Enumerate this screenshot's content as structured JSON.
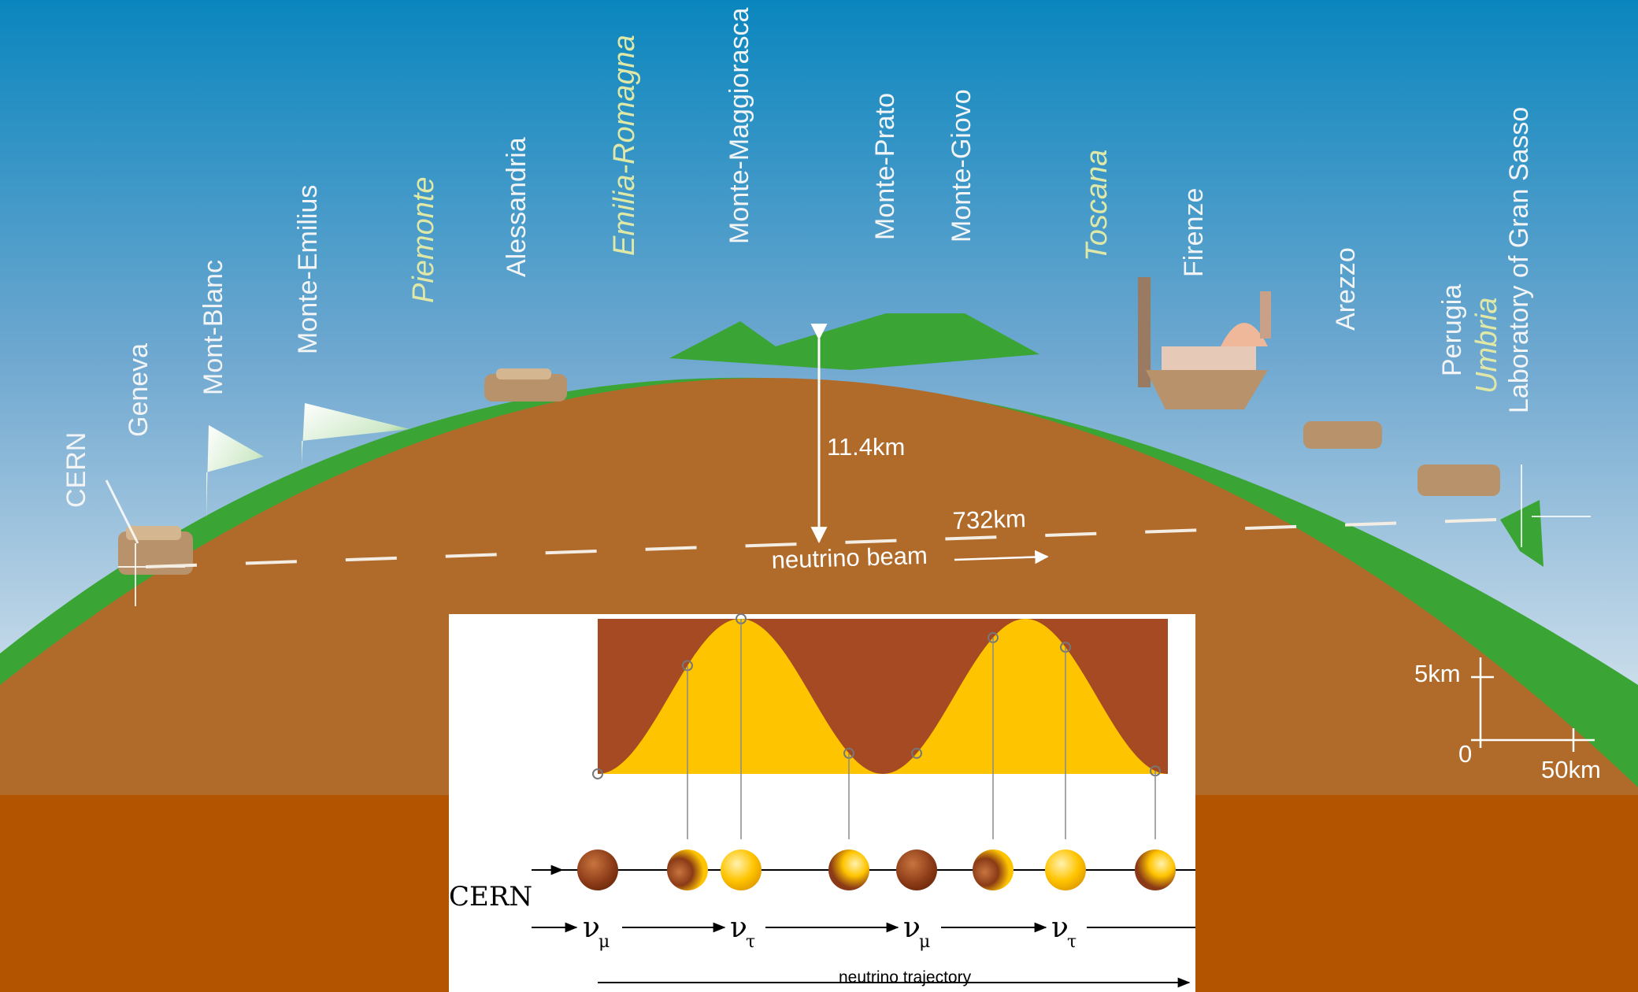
{
  "places": [
    {
      "id": "cern",
      "label": "CERN"
    },
    {
      "id": "geneva",
      "label": "Geneva"
    },
    {
      "id": "mont-blanc",
      "label": "Mont-Blanc"
    },
    {
      "id": "monte-emilius",
      "label": "Monte-Emilius"
    },
    {
      "id": "alessandria",
      "label": "Alessandria"
    },
    {
      "id": "monte-maggiorasca",
      "label": "Monte-Maggiorasca"
    },
    {
      "id": "monte-prato",
      "label": "Monte-Prato"
    },
    {
      "id": "monte-giovo",
      "label": "Monte-Giovo"
    },
    {
      "id": "firenze",
      "label": "Firenze"
    },
    {
      "id": "arezzo",
      "label": "Arezzo"
    },
    {
      "id": "perugia",
      "label": "Perugia"
    },
    {
      "id": "gran-sasso",
      "label": "Laboratory of Gran Sasso"
    }
  ],
  "regions": [
    "Piemonte",
    "Emilia-Romagna",
    "Toscana",
    "Umbria"
  ],
  "measurements": {
    "depth": "11.4km",
    "distance": "732km",
    "beam_label": "neutrino beam"
  },
  "scale": {
    "vertical": "5km",
    "origin": "0",
    "horizontal": "50km"
  },
  "inset": {
    "origin_label": "CERN",
    "flavors": [
      {
        "symbol": "ν",
        "sub": "μ"
      },
      {
        "symbol": "ν",
        "sub": "τ"
      },
      {
        "symbol": "ν",
        "sub": "μ"
      },
      {
        "symbol": "ν",
        "sub": "τ"
      }
    ],
    "trajectory_label": "neutrino trajectory",
    "oscillation_periods": 2
  },
  "colors": {
    "sky_top": "#0a86be",
    "sky_bottom": "#e6edf2",
    "earth": "#b06a2a",
    "earth_deep": "#b35500",
    "grass": "#3aa535",
    "mu_band": "#a54a22",
    "tau_band": "#ffc400",
    "beam": "#f4ede4"
  }
}
